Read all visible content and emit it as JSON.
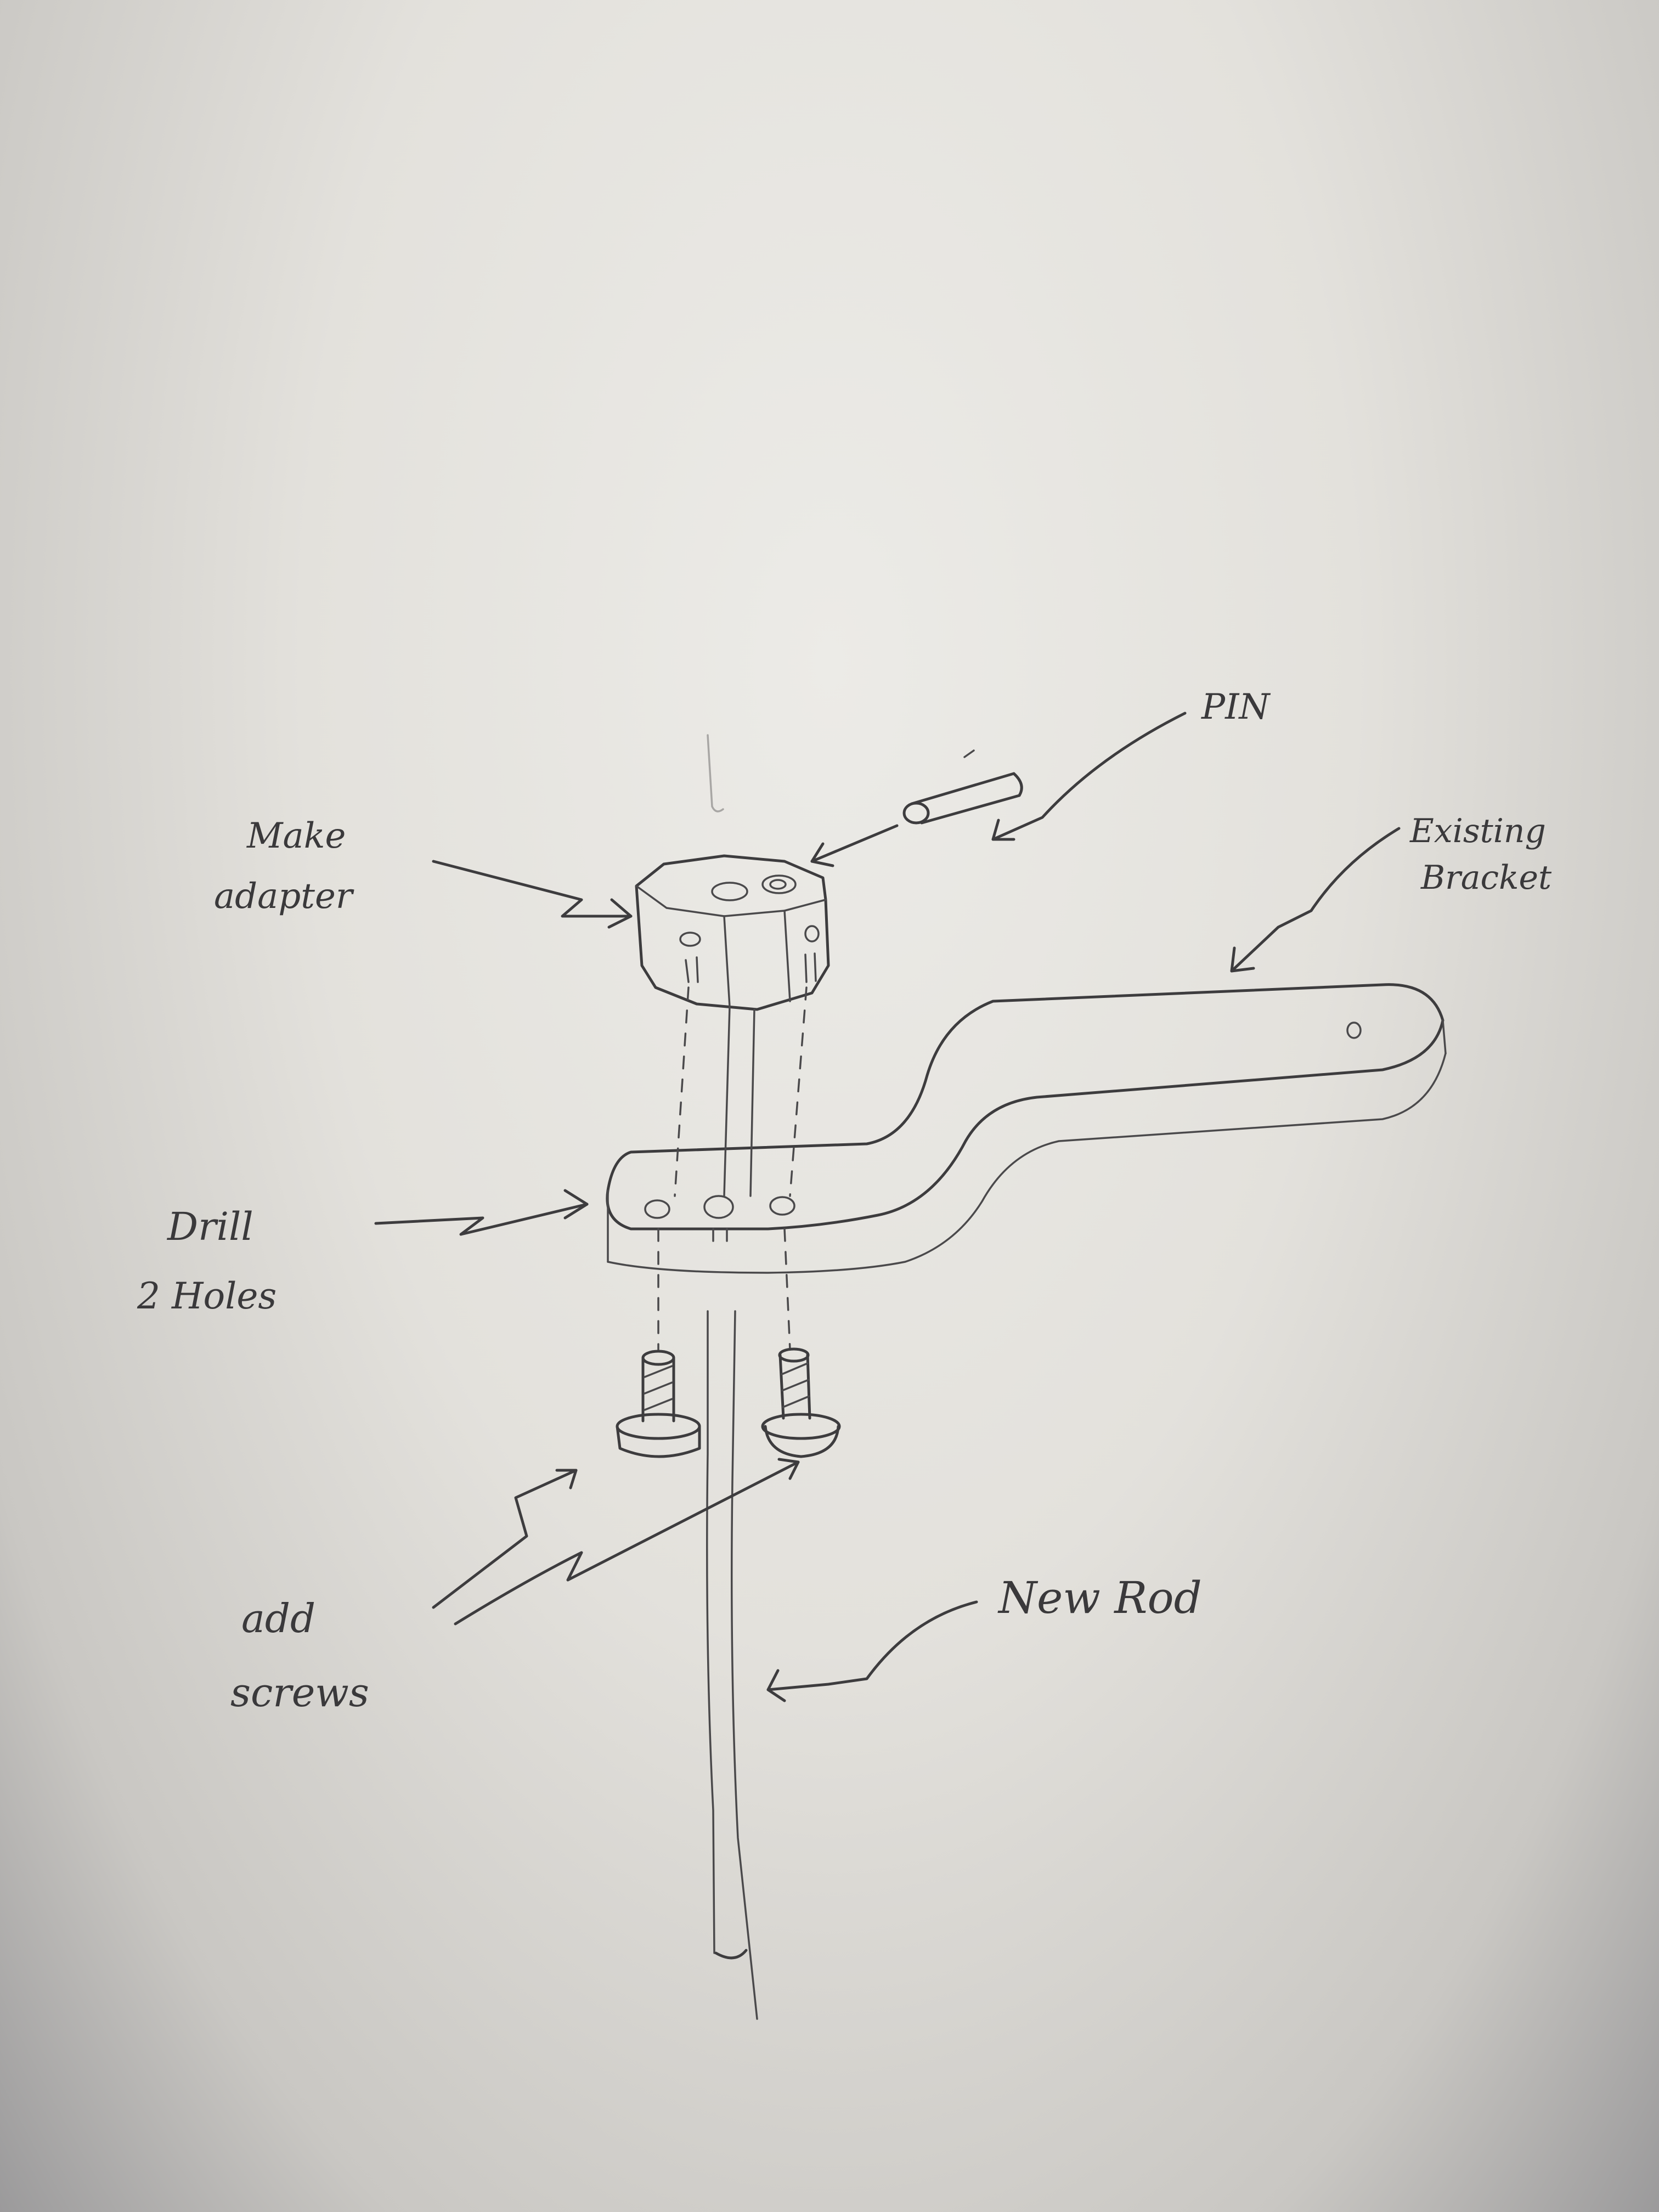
{
  "labels": {
    "make": "Make",
    "adapter": "adapter",
    "pin": "PIN",
    "existing": "Existing",
    "bracket": "Bracket",
    "drill": "Drill",
    "two_holes": "2 Holes",
    "add": "add",
    "screws": "screws",
    "new_rod": "New Rod"
  },
  "colors": {
    "paper": "#e6e4df",
    "pencil": "#3d3c3e"
  }
}
